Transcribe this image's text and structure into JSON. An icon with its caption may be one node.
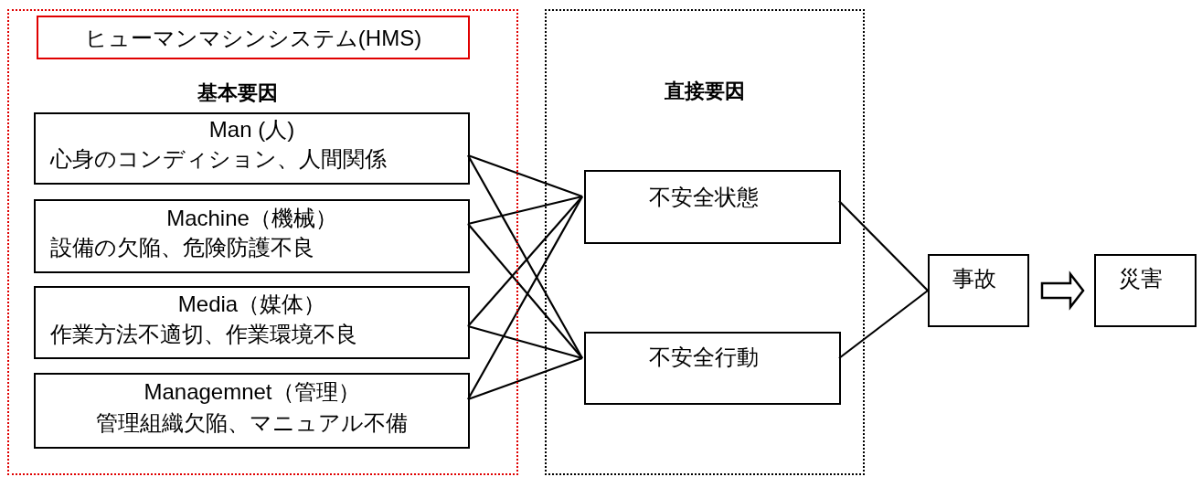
{
  "diagram": {
    "nodes": [
      {
        "text": [
          "基本要因"
        ]
      },
      {
        "text": [
          "ヒューマンマシンシステム(HMS)"
        ],
        "in": 0
      },
      {
        "text": [
          "Man (人)",
          "心身のコンディション、人間関係"
        ],
        "in": 0
      },
      {
        "text": [
          "Machine（機械）",
          "設備の欠陥、危険防護不良"
        ],
        "in": 0
      },
      {
        "text": [
          "Media（媒体）",
          "作業方法不適切、作業環境不良"
        ],
        "in": 0
      },
      {
        "text": [
          "Managemnet（管理）",
          "管理組織欠陥、マニュアル不備"
        ],
        "in": 0
      },
      {
        "text": [
          "直接要因"
        ]
      },
      {
        "text": [
          "不安全状態"
        ],
        "in": 6
      },
      {
        "text": [
          "不安全行動"
        ],
        "in": 6
      },
      {
        "text": [
          "事故"
        ]
      },
      {
        "text": [
          "災害"
        ]
      }
    ],
    "edges": [
      {
        "from": 2,
        "to": 7,
        "arrow": "none"
      },
      {
        "from": 2,
        "to": 8,
        "arrow": "none"
      },
      {
        "from": 3,
        "to": 7,
        "arrow": "none"
      },
      {
        "from": 3,
        "to": 8,
        "arrow": "none"
      },
      {
        "from": 4,
        "to": 7,
        "arrow": "none"
      },
      {
        "from": 4,
        "to": 8,
        "arrow": "none"
      },
      {
        "from": 5,
        "to": 7,
        "arrow": "none"
      },
      {
        "from": 5,
        "to": 8,
        "arrow": "none"
      },
      {
        "from": 7,
        "to": 9,
        "arrow": "none"
      },
      {
        "from": 8,
        "to": 9,
        "arrow": "none"
      },
      {
        "from": 9,
        "to": 10,
        "arrow": "to",
        "style": "thick"
      }
    ]
  }
}
